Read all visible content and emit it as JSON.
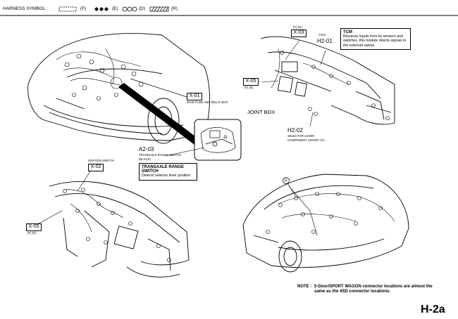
{
  "harness": {
    "title": "HARNESS SYMBOL :",
    "symbols": [
      {
        "code": "(F)"
      },
      {
        "code": "(E)"
      },
      {
        "code": "(D)"
      },
      {
        "code": "(R)"
      }
    ]
  },
  "callouts": {
    "x01": {
      "code": "X-01",
      "desc": "MAIN FUSE AND RELAY BOX"
    },
    "x03": {
      "code": "X-03",
      "sub": "(F) (D)"
    },
    "x05_top": {
      "code": "X-05",
      "sub": "(F) (E)"
    },
    "joint_box": "JOINT BOX",
    "tcm": {
      "tag": "TCM",
      "code": "H2-01",
      "title": "TCM",
      "desc": "Receives inputs from its sensors and switches, this module directs signals to the solenoid valves."
    },
    "h202": {
      "code": "H2-02",
      "desc1": "SELECTOR LEVER",
      "desc2": "COMPONENT (SPORT AT)"
    },
    "a203": {
      "code": "A2-03",
      "desc1": "TRANSAXLE RANGE SWITCH",
      "desc2": "(BLACK)"
    },
    "trs_box": {
      "title": "TRANSAXLE RANGE SWITCH",
      "desc": "Detects selector lever position."
    },
    "x02": {
      "code": "X-02",
      "desc": "IGNITION SWITCH"
    },
    "x05_bottom": {
      "code": "X-05",
      "sub": "(F) (E)"
    },
    "circle11": "11"
  },
  "note": {
    "label": "NOTE :",
    "line1": "5-Door/SPORT WAGON connector locations are almost the",
    "line2": "same as the 4SD connector locations."
  },
  "page_code": "H-2a"
}
